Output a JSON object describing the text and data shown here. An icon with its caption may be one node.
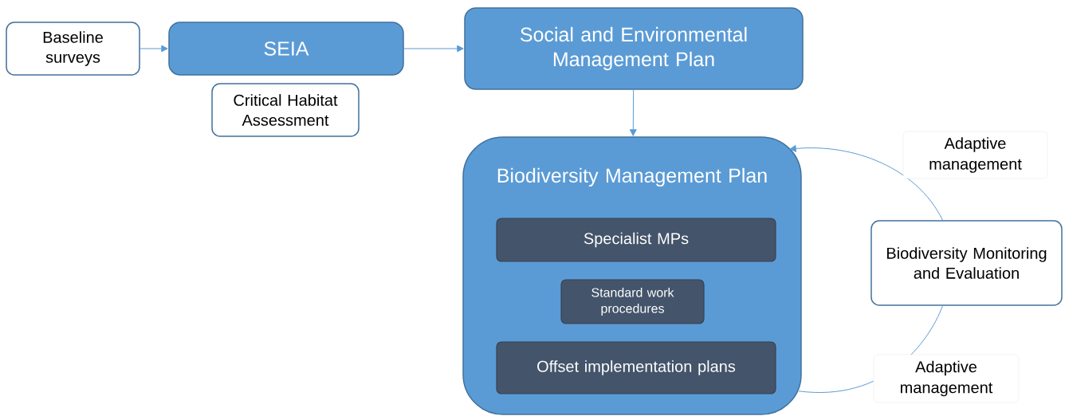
{
  "diagram": {
    "nodes": [
      {
        "text": [
          "Baseline surveys"
        ]
      },
      {
        "text": [
          "SEIA"
        ]
      },
      {
        "text": [
          "Critical Habitat Assessment"
        ]
      },
      {
        "text": [
          "Social and Environmental Management Plan"
        ]
      },
      {
        "text": [
          "Biodiversity Management Plan"
        ]
      },
      {
        "text": [
          "Specialist MPs"
        ],
        "in": 4
      },
      {
        "text": [
          "Standard work procedures"
        ],
        "in": 4
      },
      {
        "text": [
          "Offset implementation plans"
        ],
        "in": 4
      },
      {
        "text": [
          "Biodiversity Monitoring and Evaluation"
        ]
      }
    ],
    "edges": [
      {
        "from": 0,
        "to": 1,
        "arrow": "to"
      },
      {
        "from": 1,
        "to": 3,
        "arrow": "to"
      },
      {
        "from": 3,
        "to": 4,
        "arrow": "to"
      },
      {
        "from": 8,
        "to": 4,
        "arrow": "to",
        "label": "Adaptive management"
      },
      {
        "from": 4,
        "to": 8,
        "arrow": "none",
        "label": "Adaptive management"
      }
    ]
  }
}
